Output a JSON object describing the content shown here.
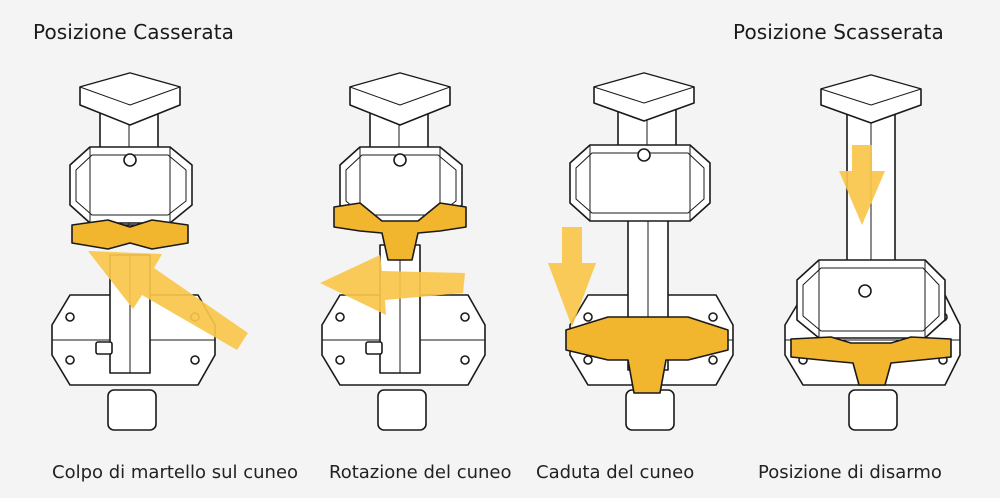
{
  "headings": {
    "closed": "Posizione Casserata",
    "open": "Posizione Scasserata"
  },
  "steps": [
    {
      "caption": "Colpo di martello sul cuneo"
    },
    {
      "caption": "Rotazione del cuneo"
    },
    {
      "caption": "Caduta del cuneo"
    },
    {
      "caption": "Posizione di disarmo"
    }
  ],
  "colors": {
    "wedge": "#f2b52e",
    "arrow": "#f8c64a",
    "line": "#1a1a1a",
    "background": "#f4f4f5"
  }
}
